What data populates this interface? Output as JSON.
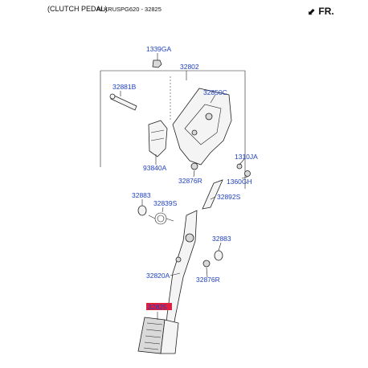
{
  "header": {
    "title": "(CLUTCH PEDAL)",
    "codes": "ALKRUSPG620 - 32825",
    "direction": "FR."
  },
  "colors": {
    "label": "#1f3fbf",
    "highlight": "#e0203f"
  },
  "labels": {
    "p1339GA": "1339GA",
    "p32802": "32802",
    "p32881B": "32881B",
    "p32850C": "32850C",
    "p93840A": "93840A",
    "p1310JA": "1310JA",
    "p32876R_top": "32876R",
    "p1360GH": "1360GH",
    "p32883_top": "32883",
    "p32839S": "32839S",
    "p32892S": "32892S",
    "p32883_mid": "32883",
    "p32820A": "32820A",
    "p32876R_bot": "32876R",
    "p32825": "32825"
  }
}
